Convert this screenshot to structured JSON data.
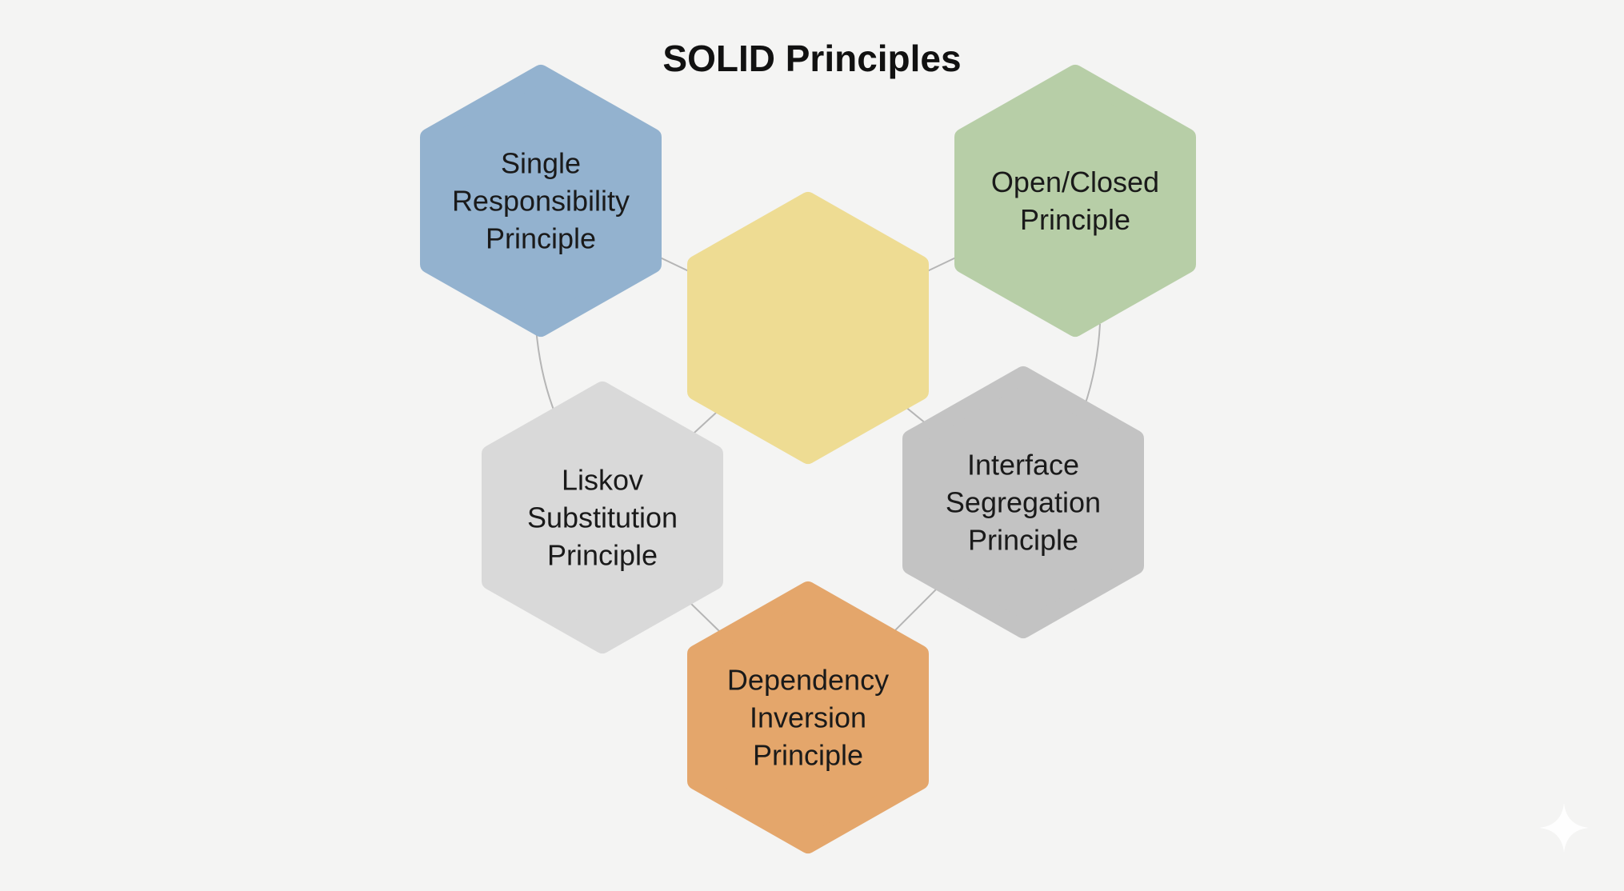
{
  "title": "SOLID Principles",
  "principles": [
    {
      "id": "srp",
      "label": "Single Responsibility Principle",
      "lines": [
        "Single",
        "Responsibility",
        "Principle"
      ],
      "color": "#93b2cf"
    },
    {
      "id": "center",
      "label": "",
      "lines": [],
      "color": "#eedc93"
    },
    {
      "id": "ocp",
      "label": "Open/Closed Principle",
      "lines": [
        "Open/Closed",
        "Principle"
      ],
      "color": "#b7cea7"
    },
    {
      "id": "lsp",
      "label": "Liskov Substitution Principle",
      "lines": [
        "Liskov",
        "Substitution",
        "Principle"
      ],
      "color": "#d9d9d9"
    },
    {
      "id": "isp",
      "label": "Interface Segregation Principle",
      "lines": [
        "Interface",
        "Segregation",
        "Principle"
      ],
      "color": "#c3c3c3"
    },
    {
      "id": "dip",
      "label": "Dependency Inversion Principle",
      "lines": [
        "Dependency",
        "Inversion",
        "Principle"
      ],
      "color": "#e4a66b"
    }
  ],
  "connector_color": "#b5b5b5",
  "watermark_icon": "sparkle-icon"
}
